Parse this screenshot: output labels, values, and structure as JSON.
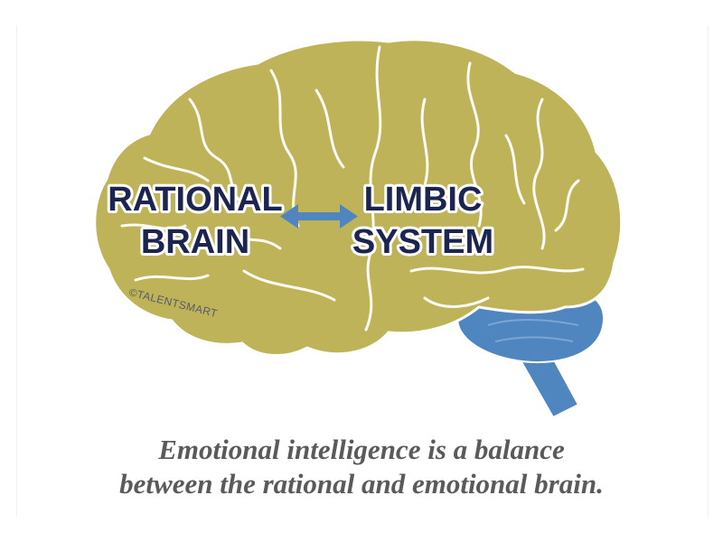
{
  "diagram": {
    "rational_label": [
      "RATIONAL",
      "BRAIN"
    ],
    "limbic_label": [
      "LIMBIC",
      "SYSTEM"
    ],
    "copyright": "©TALENTSMART",
    "relationship": "bidirectional-arrow"
  },
  "caption": {
    "line1": "Emotional intelligence is a balance",
    "line2": "between the rational and emotional brain."
  },
  "colors": {
    "cerebrum": "#bfb35a",
    "cerebellum": "#4f86c0",
    "arrow": "#4f86c0",
    "label": "#1b2550",
    "caption": "#5a5a5a"
  }
}
